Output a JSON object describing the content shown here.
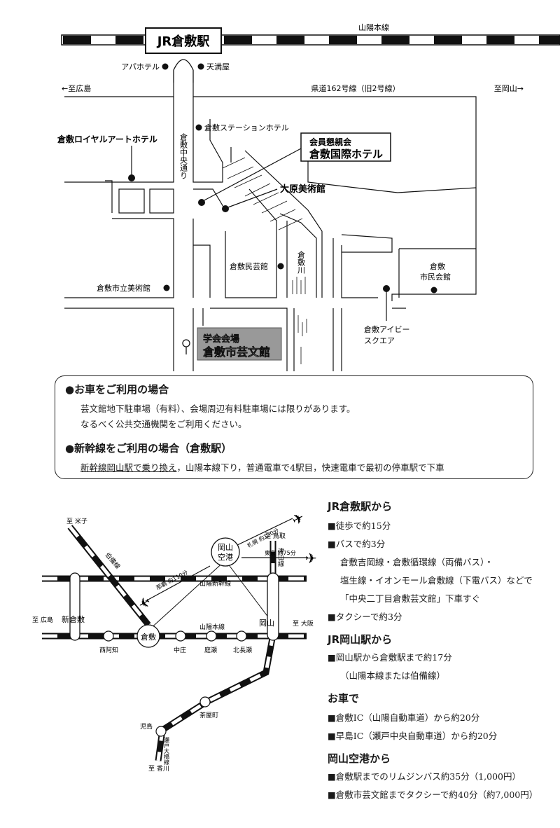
{
  "map": {
    "station": "JR倉敷駅",
    "sanyo_line": "山陽本線",
    "apa_hotel": "アパホテル",
    "tenmanya": "天満屋",
    "to_hiroshima": "←至広島",
    "route162": "県道162号線（旧2号線）",
    "to_okayama": "至岡山→",
    "chuo_dori": "倉敷中央通り",
    "station_hotel": "倉敷ステーションホテル",
    "royal_art_hotel": "倉敷ロイヤルアートホテル",
    "venue_party_label": "会員懇親会",
    "kokusai_hotel": "倉敷国際ホテル",
    "ohara_museum": "大原美術館",
    "mingeikan": "倉敷民芸館",
    "kurashiki_river": "倉敷川",
    "shiminkaikan": "倉敷市民会館",
    "city_museum": "倉敷市立美術館",
    "ivy_square": "倉敷アイビースクエア",
    "venue_label": "学会会場",
    "venue_name": "倉敷市芸文館"
  },
  "car_info": {
    "title": "●お車をご利用の場合",
    "line1": "芸文館地下駐車場（有料）、会場周辺有料駐車場には限りがあります。",
    "line2": "なるべく公共交通機関をご利用ください。"
  },
  "shinkansen_info": {
    "title": "●新幹線をご利用の場合（倉敷駅）",
    "underlined": "新幹線岡山駅で乗り換え",
    "rest": "，山陽本線下り，普通電車で4駅目，快速電車で最初の停車駅で下車"
  },
  "rail": {
    "airport": "岡山空港",
    "sapporo": "札幌 約120分",
    "tokyo": "東京 約75分",
    "naha": "那覇 約110分",
    "to_yonago": "至 米子",
    "hakubi_line": "伯備線",
    "to_tottori": "至 鳥取",
    "tsuyama_line": "津山線",
    "shinkansen": "山陽新幹線",
    "sanyo": "山陽本線",
    "to_hiroshima": "至 広島",
    "shinkurashiki": "新倉敷",
    "nishiachi": "西阿知",
    "kurashiki": "倉敷",
    "nakasho": "中庄",
    "niwase": "庭瀬",
    "kitanagase": "北長瀬",
    "okayama": "岡山",
    "to_osaka": "至 大阪",
    "chayamachi": "茶屋町",
    "kojima": "児島",
    "seto_ohashi": "瀬戸大橋線",
    "to_kagawa": "至 香川"
  },
  "access": {
    "s1_title": "JR倉敷駅から",
    "s1_l1": "■徒歩で約15分",
    "s1_l2": "■バスで約3分",
    "s1_l3": "倉敷吉岡線・倉敷循環線（両備バス）・",
    "s1_l4": "塩生線・イオンモール倉敷線（下電バス）などで",
    "s1_l5": "「中央二丁目倉敷芸文館」下車すぐ",
    "s1_l6": "■タクシーで約3分",
    "s2_title": "JR岡山駅から",
    "s2_l1": "■岡山駅から倉敷駅まで約17分",
    "s2_l2": "（山陽本線または伯備線）",
    "s3_title": "お車で",
    "s3_l1": "■倉敷IC（山陽自動車道）から約20分",
    "s3_l2": "■早島IC（瀬戸中央自動車道）から約20分",
    "s4_title": "岡山空港から",
    "s4_l1": "■倉敷駅までのリムジンバス約35分（1,000円）",
    "s4_l2": "■倉敷市芸文館までタクシーで約40分（約7,000円）"
  }
}
